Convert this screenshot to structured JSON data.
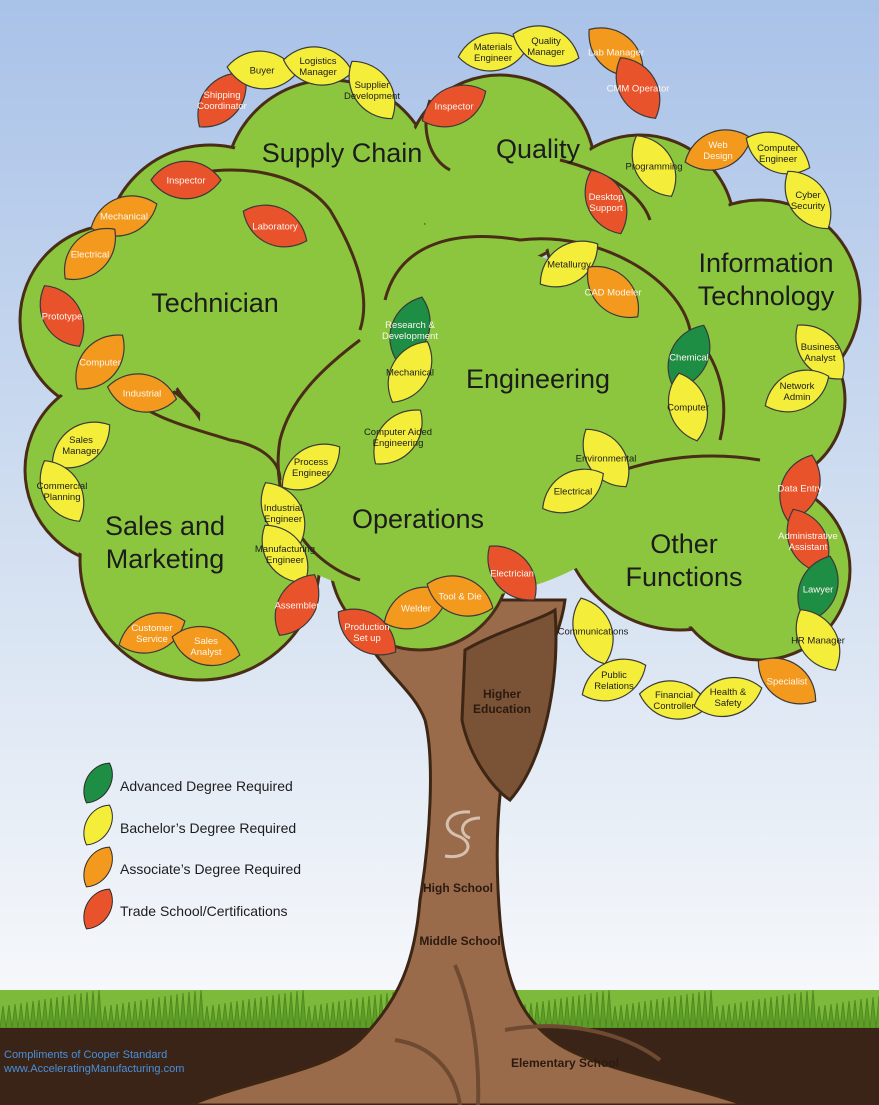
{
  "categories": {
    "supply_chain": "Supply Chain",
    "quality": "Quality",
    "technician": "Technician",
    "information_technology": [
      "Information",
      "Technology"
    ],
    "engineering": "Engineering",
    "operations": "Operations",
    "sales_marketing": [
      "Sales and",
      "Marketing"
    ],
    "other_functions": [
      "Other",
      "Functions"
    ]
  },
  "trunk": {
    "higher_education": [
      "Higher",
      "Education"
    ],
    "high_school": "High School",
    "middle_school": "Middle School",
    "elementary_school": "Elementary School"
  },
  "legend": {
    "advanced": "Advanced Degree Required",
    "bachelor": "Bachelor’s Degree Required",
    "associate": "Associate’s Degree Required",
    "trade": "Trade School/Certifications"
  },
  "footer": {
    "line1": "Compliments of Cooper Standard",
    "line2": "www.AcceleratingManufacturing.com"
  },
  "colors": {
    "advanced": "#1E8E45",
    "bachelor": "#F4EE3A",
    "associate": "#F39A1E",
    "trade": "#E8532C",
    "canopy": "#8CC63F",
    "trunk": "#9A6B4B",
    "sky_top": "#AFC6E9",
    "soil": "#3A2418"
  },
  "leaves": [
    {
      "id": "shipping-coordinator",
      "label": [
        "Shipping",
        "Coordinator"
      ],
      "level": "trade"
    },
    {
      "id": "buyer",
      "label": [
        "Buyer"
      ],
      "level": "bachelor"
    },
    {
      "id": "logistics-manager",
      "label": [
        "Logistics",
        "Manager"
      ],
      "level": "bachelor"
    },
    {
      "id": "supplier-development",
      "label": [
        "Supplier",
        "Development"
      ],
      "level": "bachelor"
    },
    {
      "id": "inspector-quality",
      "label": [
        "Inspector"
      ],
      "level": "trade"
    },
    {
      "id": "materials-engineer",
      "label": [
        "Materials",
        "Engineer"
      ],
      "level": "bachelor"
    },
    {
      "id": "quality-manager",
      "label": [
        "Quality",
        "Manager"
      ],
      "level": "bachelor"
    },
    {
      "id": "lab-manager",
      "label": [
        "Lab Manager"
      ],
      "level": "associate"
    },
    {
      "id": "cmm-operator",
      "label": [
        "CMM Operator"
      ],
      "level": "trade"
    },
    {
      "id": "programming",
      "label": [
        "Programming"
      ],
      "level": "bachelor"
    },
    {
      "id": "web-design",
      "label": [
        "Web",
        "Design"
      ],
      "level": "associate"
    },
    {
      "id": "computer-engineer",
      "label": [
        "Computer",
        "Engineer"
      ],
      "level": "bachelor"
    },
    {
      "id": "desktop-support",
      "label": [
        "Desktop",
        "Support"
      ],
      "level": "trade"
    },
    {
      "id": "cyber-security",
      "label": [
        "Cyber",
        "Security"
      ],
      "level": "bachelor"
    },
    {
      "id": "inspector-technician",
      "label": [
        "Inspector"
      ],
      "level": "trade"
    },
    {
      "id": "mechanical-technician",
      "label": [
        "Mechanical"
      ],
      "level": "associate"
    },
    {
      "id": "laboratory",
      "label": [
        "Laboratory"
      ],
      "level": "trade"
    },
    {
      "id": "electrical-technician",
      "label": [
        "Electrical"
      ],
      "level": "associate"
    },
    {
      "id": "prototype",
      "label": [
        "Prototype"
      ],
      "level": "trade"
    },
    {
      "id": "computer-technician",
      "label": [
        "Computer"
      ],
      "level": "associate"
    },
    {
      "id": "industrial-technician",
      "label": [
        "Industrial"
      ],
      "level": "associate"
    },
    {
      "id": "metallurgy",
      "label": [
        "Metallurgy"
      ],
      "level": "bachelor"
    },
    {
      "id": "cad-modeler",
      "label": [
        "CAD Modeler"
      ],
      "level": "associate"
    },
    {
      "id": "research-development",
      "label": [
        "Research &",
        "Development"
      ],
      "level": "advanced"
    },
    {
      "id": "mechanical-engineering",
      "label": [
        "Mechanical"
      ],
      "level": "bachelor"
    },
    {
      "id": "chemical",
      "label": [
        "Chemical"
      ],
      "level": "advanced"
    },
    {
      "id": "business-analyst",
      "label": [
        "Business",
        "Analyst"
      ],
      "level": "bachelor"
    },
    {
      "id": "network-admin",
      "label": [
        "Network",
        "Admin"
      ],
      "level": "bachelor"
    },
    {
      "id": "computer-engineering",
      "label": [
        "Computer"
      ],
      "level": "bachelor"
    },
    {
      "id": "computer-aided-engineering",
      "label": [
        "Computer Aided",
        "Engineering"
      ],
      "level": "bachelor"
    },
    {
      "id": "environmental",
      "label": [
        "Environmental"
      ],
      "level": "bachelor"
    },
    {
      "id": "electrical-engineering",
      "label": [
        "Electrical"
      ],
      "level": "bachelor"
    },
    {
      "id": "sales-manager",
      "label": [
        "Sales",
        "Manager"
      ],
      "level": "bachelor"
    },
    {
      "id": "commercial-planning",
      "label": [
        "Commercial",
        "Planning"
      ],
      "level": "bachelor"
    },
    {
      "id": "process-engineer",
      "label": [
        "Process",
        "Engineer"
      ],
      "level": "bachelor"
    },
    {
      "id": "industrial-engineer",
      "label": [
        "Industrial",
        "Engineer"
      ],
      "level": "bachelor"
    },
    {
      "id": "manufacturing-engineer",
      "label": [
        "Manufacturing",
        "Engineer"
      ],
      "level": "bachelor"
    },
    {
      "id": "assembler",
      "label": [
        "Assembler"
      ],
      "level": "trade"
    },
    {
      "id": "production-set-up",
      "label": [
        "Production",
        "Set up"
      ],
      "level": "trade"
    },
    {
      "id": "welder",
      "label": [
        "Welder"
      ],
      "level": "associate"
    },
    {
      "id": "tool-die",
      "label": [
        "Tool & Die"
      ],
      "level": "associate"
    },
    {
      "id": "electrician",
      "label": [
        "Electrician"
      ],
      "level": "trade"
    },
    {
      "id": "customer-service",
      "label": [
        "Customer",
        "Service"
      ],
      "level": "associate"
    },
    {
      "id": "sales-analyst",
      "label": [
        "Sales",
        "Analyst"
      ],
      "level": "associate"
    },
    {
      "id": "data-entry",
      "label": [
        "Data Entry"
      ],
      "level": "trade"
    },
    {
      "id": "administrative-assistant",
      "label": [
        "Administrative",
        "Assistant"
      ],
      "level": "trade"
    },
    {
      "id": "lawyer",
      "label": [
        "Lawyer"
      ],
      "level": "advanced"
    },
    {
      "id": "hr-manager",
      "label": [
        "HR Manager"
      ],
      "level": "bachelor"
    },
    {
      "id": "specialist",
      "label": [
        "Specialist"
      ],
      "level": "associate"
    },
    {
      "id": "communications",
      "label": [
        "Communications"
      ],
      "level": "bachelor"
    },
    {
      "id": "public-relations",
      "label": [
        "Public",
        "Relations"
      ],
      "level": "bachelor"
    },
    {
      "id": "financial-controller",
      "label": [
        "Financial",
        "Controller"
      ],
      "level": "bachelor"
    },
    {
      "id": "health-safety",
      "label": [
        "Health &",
        "Safety"
      ],
      "level": "bachelor"
    }
  ]
}
